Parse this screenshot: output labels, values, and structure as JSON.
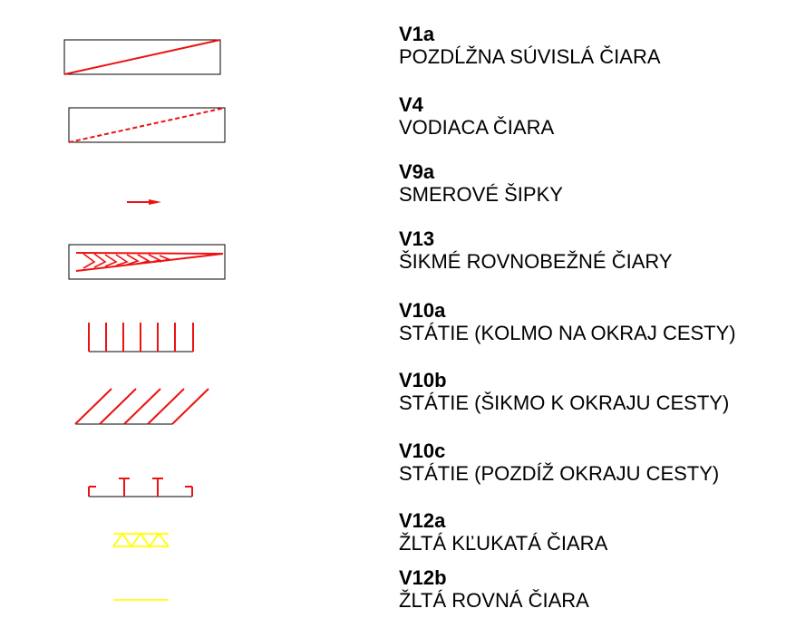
{
  "legend": {
    "items": [
      {
        "code": "V1a",
        "label": "POZDĹŽNA SÚVISLÁ ČIARA"
      },
      {
        "code": "V4",
        "label": "VODIACA ČIARA"
      },
      {
        "code": "V9a",
        "label": "SMEROVÉ ŠIPKY"
      },
      {
        "code": "V13",
        "label": "ŠIKMÉ ROVNOBEŽNÉ ČIARY"
      },
      {
        "code": "V10a",
        "label": "STÁTIE (KOLMO NA OKRAJ CESTY)"
      },
      {
        "code": "V10b",
        "label": "STÁTIE (ŠIKMO K OKRAJU CESTY)"
      },
      {
        "code": "V10c",
        "label": "STÁTIE (POZDÍŽ OKRAJU CESTY)"
      },
      {
        "code": "V12a",
        "label": "ŽLTÁ KĽUKATÁ ČIARA"
      },
      {
        "code": "V12b",
        "label": "ŽLTÁ ROVNÁ ČIARA"
      }
    ]
  },
  "colors": {
    "marking_red": "#ee1111",
    "marking_yellow": "#ffff00",
    "outline": "#000000"
  }
}
